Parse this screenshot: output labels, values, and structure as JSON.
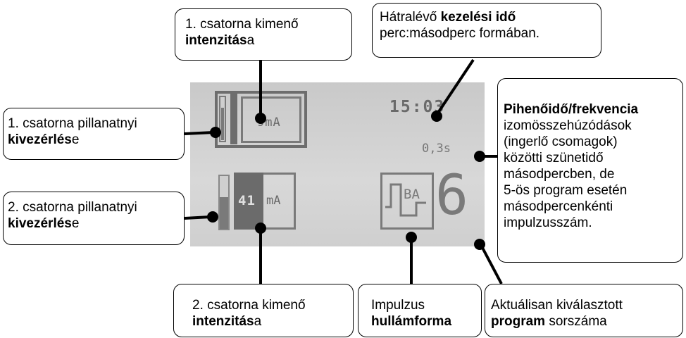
{
  "lcd": {
    "ch1_current": "9mA",
    "time_remaining": "15:03",
    "pause_time": "0,3s",
    "ch2_current": "41",
    "ch2_unit": "mA",
    "waveform_label": "BA",
    "program_number": "6",
    "ch1_drive_fraction": 0.75,
    "ch2_drive_fraction": 0.6
  },
  "callouts": {
    "ch1_intensity": {
      "line1": "1. csatorna kimenő",
      "bold": "intenzitás",
      "suffix": "a"
    },
    "time_left": {
      "prefix": "Hátralévő ",
      "bold": "kezelési idő",
      "line2": "perc:másodperc formában."
    },
    "ch1_drive": {
      "line1": "1. csatorna pillanatnyi",
      "bold": "kivezérlés",
      "suffix": "e"
    },
    "ch2_drive": {
      "line1": "2. csatorna pillanatnyi",
      "bold": "kivezérlés",
      "suffix": "e"
    },
    "pause_freq": {
      "bold": "Pihenőidő/frekvencia",
      "lines": [
        "izomösszehúzódások",
        "(ingerlő csomagok)",
        "közötti szünetidő",
        "másodpercben, de",
        "5-ös program esetén",
        "másodpercenkénti",
        "impulzusszám."
      ]
    },
    "ch2_intensity": {
      "line1": "2. csatorna kimenő",
      "bold": "intenzitás",
      "suffix": "a"
    },
    "waveform": {
      "line1": "Impulzus",
      "bold": "hullámforma"
    },
    "program": {
      "line1": "Aktuálisan kiválasztott",
      "bold": "program",
      "suffix": " sorszáma"
    }
  }
}
